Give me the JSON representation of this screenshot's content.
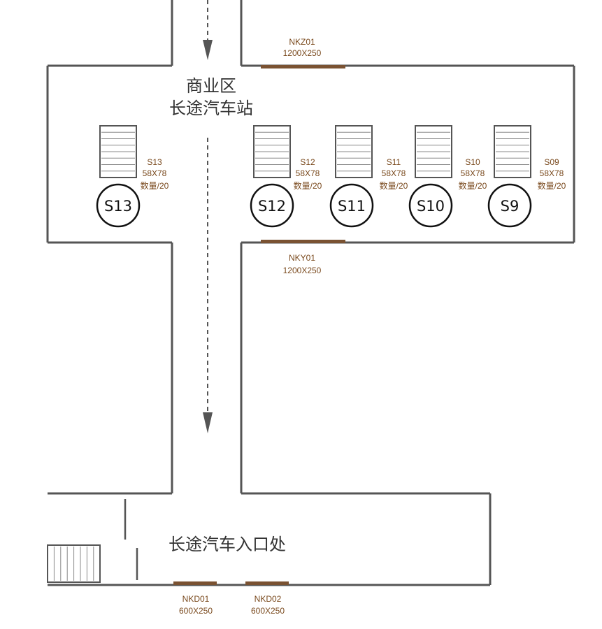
{
  "zones": {
    "commercial_line1": "商业区",
    "commercial_line2": "长途汽车站",
    "entrance": "长途汽车入口处"
  },
  "colors": {
    "wall": "#555555",
    "banner": "#7a5232",
    "label": "#7a4a1e"
  },
  "banners": [
    {
      "code": "NKZ01",
      "size": "1200X250"
    },
    {
      "code": "NKY01",
      "size": "1200X250"
    },
    {
      "code": "NKD01",
      "size": "600X250"
    },
    {
      "code": "NKD02",
      "size": "600X250"
    }
  ],
  "stands": [
    {
      "code": "S13",
      "size": "58X78",
      "qty": "数量/20",
      "marker": "S13"
    },
    {
      "code": "S12",
      "size": "58X78",
      "qty": "数量/20",
      "marker": "S12"
    },
    {
      "code": "S11",
      "size": "58X78",
      "qty": "数量/20",
      "marker": "S11"
    },
    {
      "code": "S10",
      "size": "58X78",
      "qty": "数量/20",
      "marker": "S10"
    },
    {
      "code": "S09",
      "size": "58X78",
      "qty": "数量/20",
      "marker": "S9"
    }
  ]
}
